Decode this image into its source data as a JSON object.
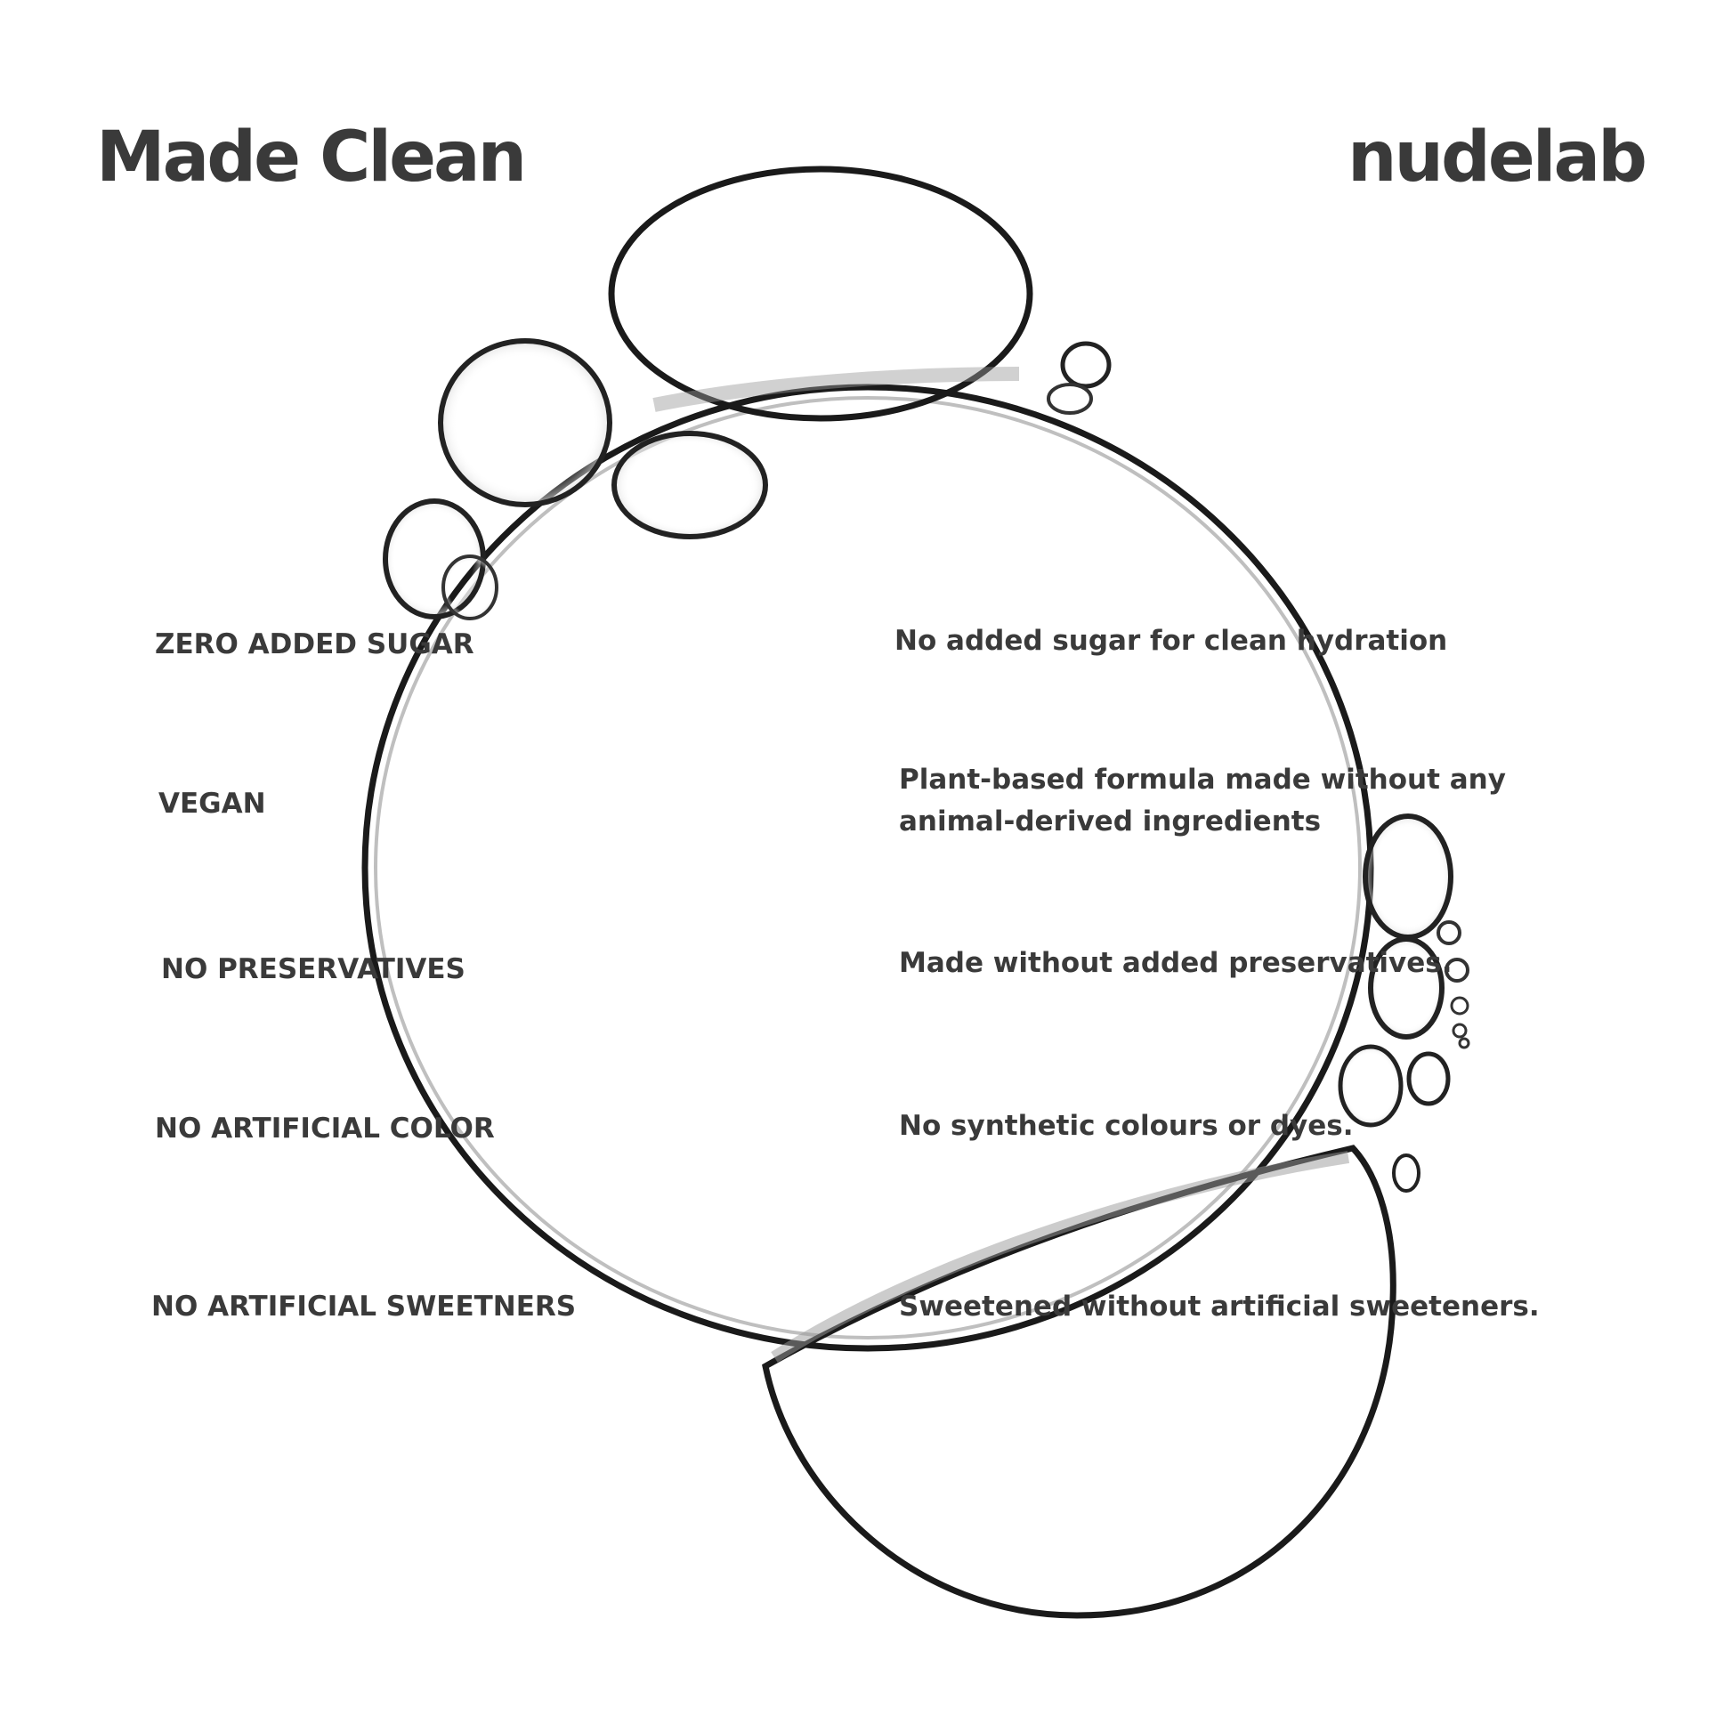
{
  "title": "Made Clean",
  "brand": "nudelab",
  "colors": {
    "text": "#3a3a3a",
    "background": "#ffffff"
  },
  "features": [
    {
      "label": "ZERO ADDED SUGAR",
      "description": "No added sugar for clean hydration"
    },
    {
      "label": "VEGAN",
      "description": "Plant-based formula made without any animal-derived ingredients"
    },
    {
      "label": "NO PRESERVATIVES",
      "description": "Made without added preservatives."
    },
    {
      "label": "NO ARTIFICIAL COLOR",
      "description": "No synthetic colours or dyes."
    },
    {
      "label": "NO ARTIFICIAL SWEETNERS",
      "description": "Sweetened without artificial sweeteners."
    }
  ]
}
